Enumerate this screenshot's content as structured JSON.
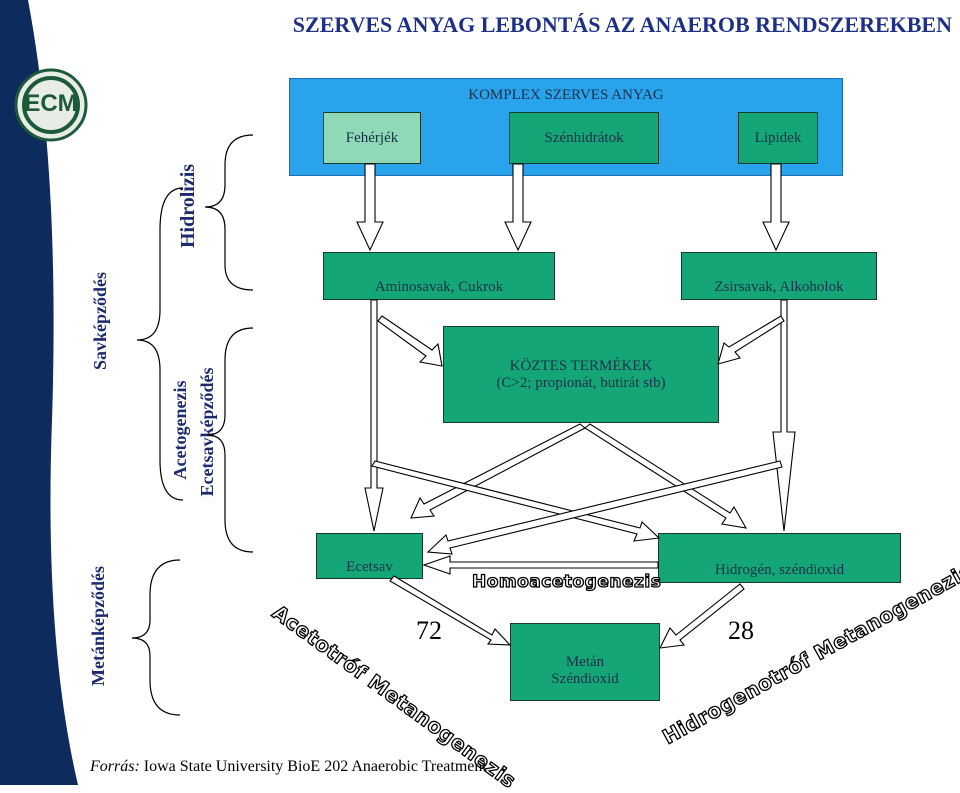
{
  "title": "SZERVES ANYAG LEBONTÁS AZ ANAEROB RENDSZEREKBEN",
  "logo": {
    "text": "ECM"
  },
  "stages": {
    "outer_top": "Savképződés",
    "outer_bottom": "Metánképződés",
    "hydrolysis": "Hidrolizis",
    "acetogenesis_1": "Acetogenezis",
    "acetogenesis_2": "Ecetsavképződés"
  },
  "nodes": {
    "complex": "KOMPLEX SZERVES ANYAG",
    "proteins": "Fehérjék",
    "carbohydrates": "Szénhidrátok",
    "lipids": "Lipidek",
    "amino": "Aminosavak, Cukrok",
    "fatty": "Zsirsavak, Alkoholok",
    "intermediate_1": "KÖZTES TERMÉKEK",
    "intermediate_2": "(C>2; propionát, butirát stb)",
    "acetic": "Ecetsav",
    "hydrogen": "Hidrogén, széndioxid",
    "methane_1": "Metán",
    "methane_2": "Széndioxid"
  },
  "process_labels": {
    "homo": "Homoacetogenezis",
    "aceto": "Acetotróf Metanogenezis",
    "hydro": "Hidrogenotróf Metanogenezis"
  },
  "percentages": {
    "left": "72",
    "right": "28"
  },
  "footer": {
    "prefix": "Forrás:",
    "text": " Iowa State University BioE 202 Anaerobic Treatment"
  },
  "colors": {
    "navy": "#0d2b5c",
    "green": "#15a677",
    "blue": "#29a3ec",
    "light_green": "#8fd9b6"
  }
}
